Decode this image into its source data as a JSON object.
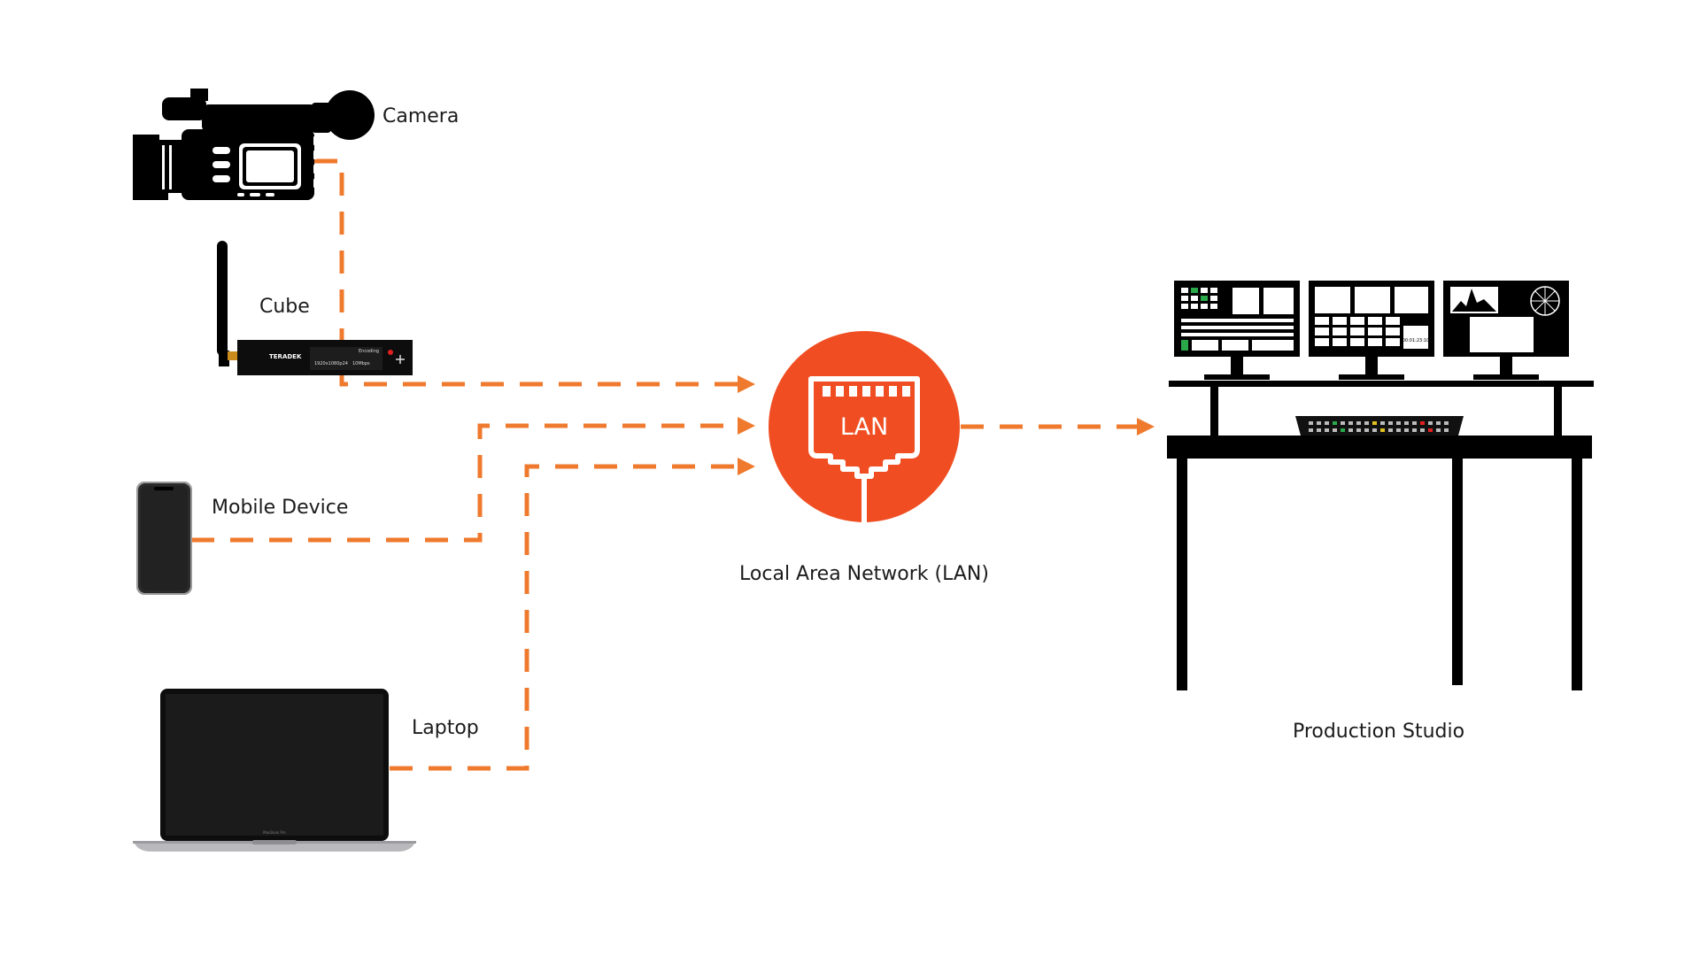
{
  "labels": {
    "camera": "Camera",
    "cube": "Cube",
    "mobile": "Mobile Device",
    "laptop": "Laptop",
    "lan_caption": "Local Area Network (LAN)",
    "studio": "Production Studio"
  },
  "device_text": {
    "lan_icon": "LAN",
    "cube_brand": "TERADEK",
    "cube_status": "Encoding",
    "cube_res": "1920x1080p24",
    "cube_rate": "10Mbps",
    "laptop_model": "MacBook Pro",
    "monitor_timecode": "00:01:23:10"
  },
  "colors": {
    "connector": "#ef7a2e",
    "lan_badge": "#f04e22",
    "device": "#000000",
    "phone": "#222222",
    "laptop_silver": "#b9b9bc"
  },
  "icons": {
    "camera": "video-camera-icon",
    "cube": "encoder-icon",
    "mobile": "smartphone-icon",
    "laptop": "laptop-icon",
    "lan": "ethernet-port-icon",
    "studio": "production-desk-icon"
  }
}
